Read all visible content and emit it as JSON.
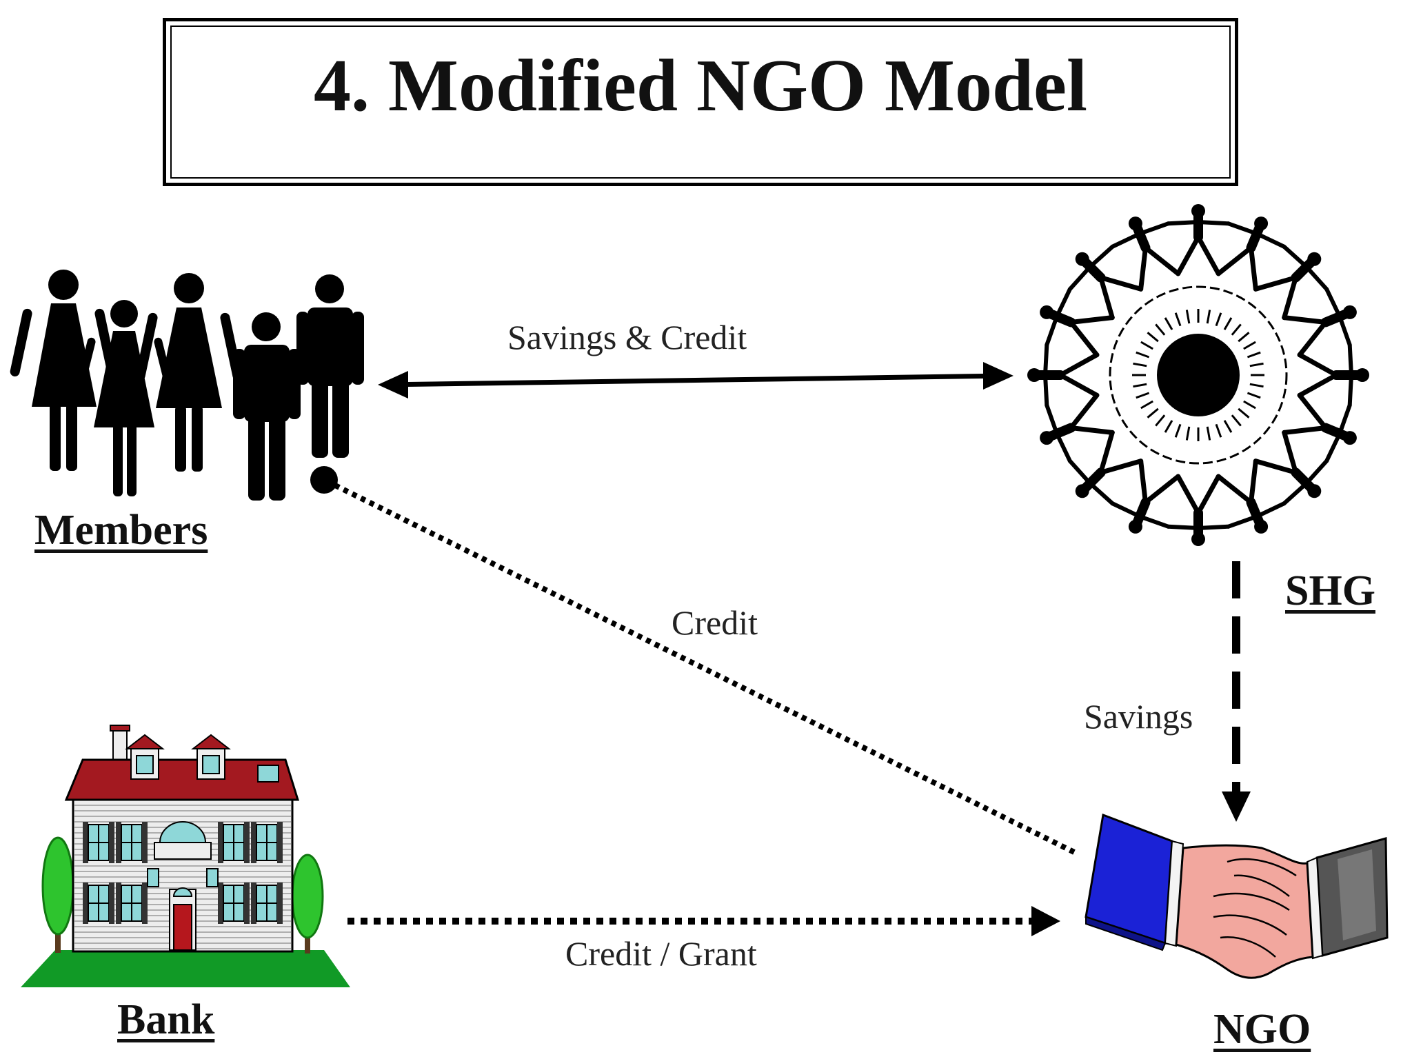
{
  "title": "4. Modified NGO Model",
  "nodes": {
    "members": {
      "label": "Members"
    },
    "shg": {
      "label": "SHG"
    },
    "bank": {
      "label": "Bank"
    },
    "ngo": {
      "label": "NGO"
    }
  },
  "edges": {
    "members_shg": {
      "label": "Savings & Credit"
    },
    "ngo_members": {
      "label": "Credit"
    },
    "shg_ngo": {
      "label": "Savings"
    },
    "bank_ngo": {
      "label": "Credit / Grant"
    }
  },
  "colors": {
    "ink": "#000000",
    "sleeve_blue": "#1b22d6",
    "sleeve_gray": "#555555",
    "skin": "#f2a79e",
    "roof": "#a31920",
    "lawn": "#119a26",
    "tree": "#2ec42e",
    "door": "#b5171d",
    "window_glass": "#8ed7d8",
    "wall": "#ededed"
  }
}
